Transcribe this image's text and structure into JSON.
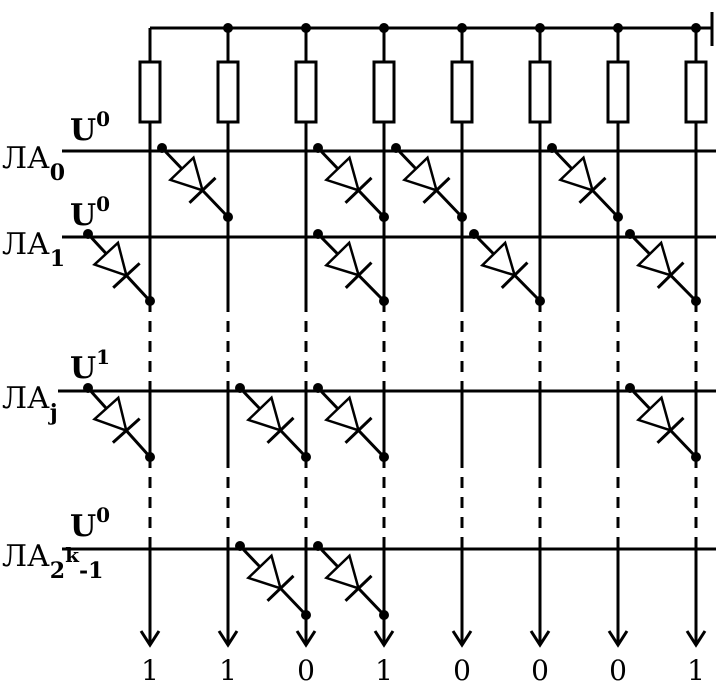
{
  "rows": [
    {
      "name": "ЛА",
      "sub": "0",
      "u": "U",
      "u_sup": "0"
    },
    {
      "name": "ЛА",
      "sub": "1",
      "u": "U",
      "u_sup": "0"
    },
    {
      "name": "ЛА",
      "sub": "j",
      "u": "U",
      "u_sup": "1"
    },
    {
      "name": "ЛА",
      "sub": "2",
      "sub_sup": "k",
      "sub_tail": "-1",
      "u": "U",
      "u_sup": "0"
    }
  ],
  "outputs": [
    "1",
    "1",
    "0",
    "1",
    "0",
    "0",
    "0",
    "1"
  ],
  "diodes": [
    [
      0,
      2,
      3,
      5
    ],
    [
      0,
      2,
      4,
      6
    ],
    [
      0,
      1,
      2,
      6
    ],
    [
      1,
      2
    ]
  ]
}
